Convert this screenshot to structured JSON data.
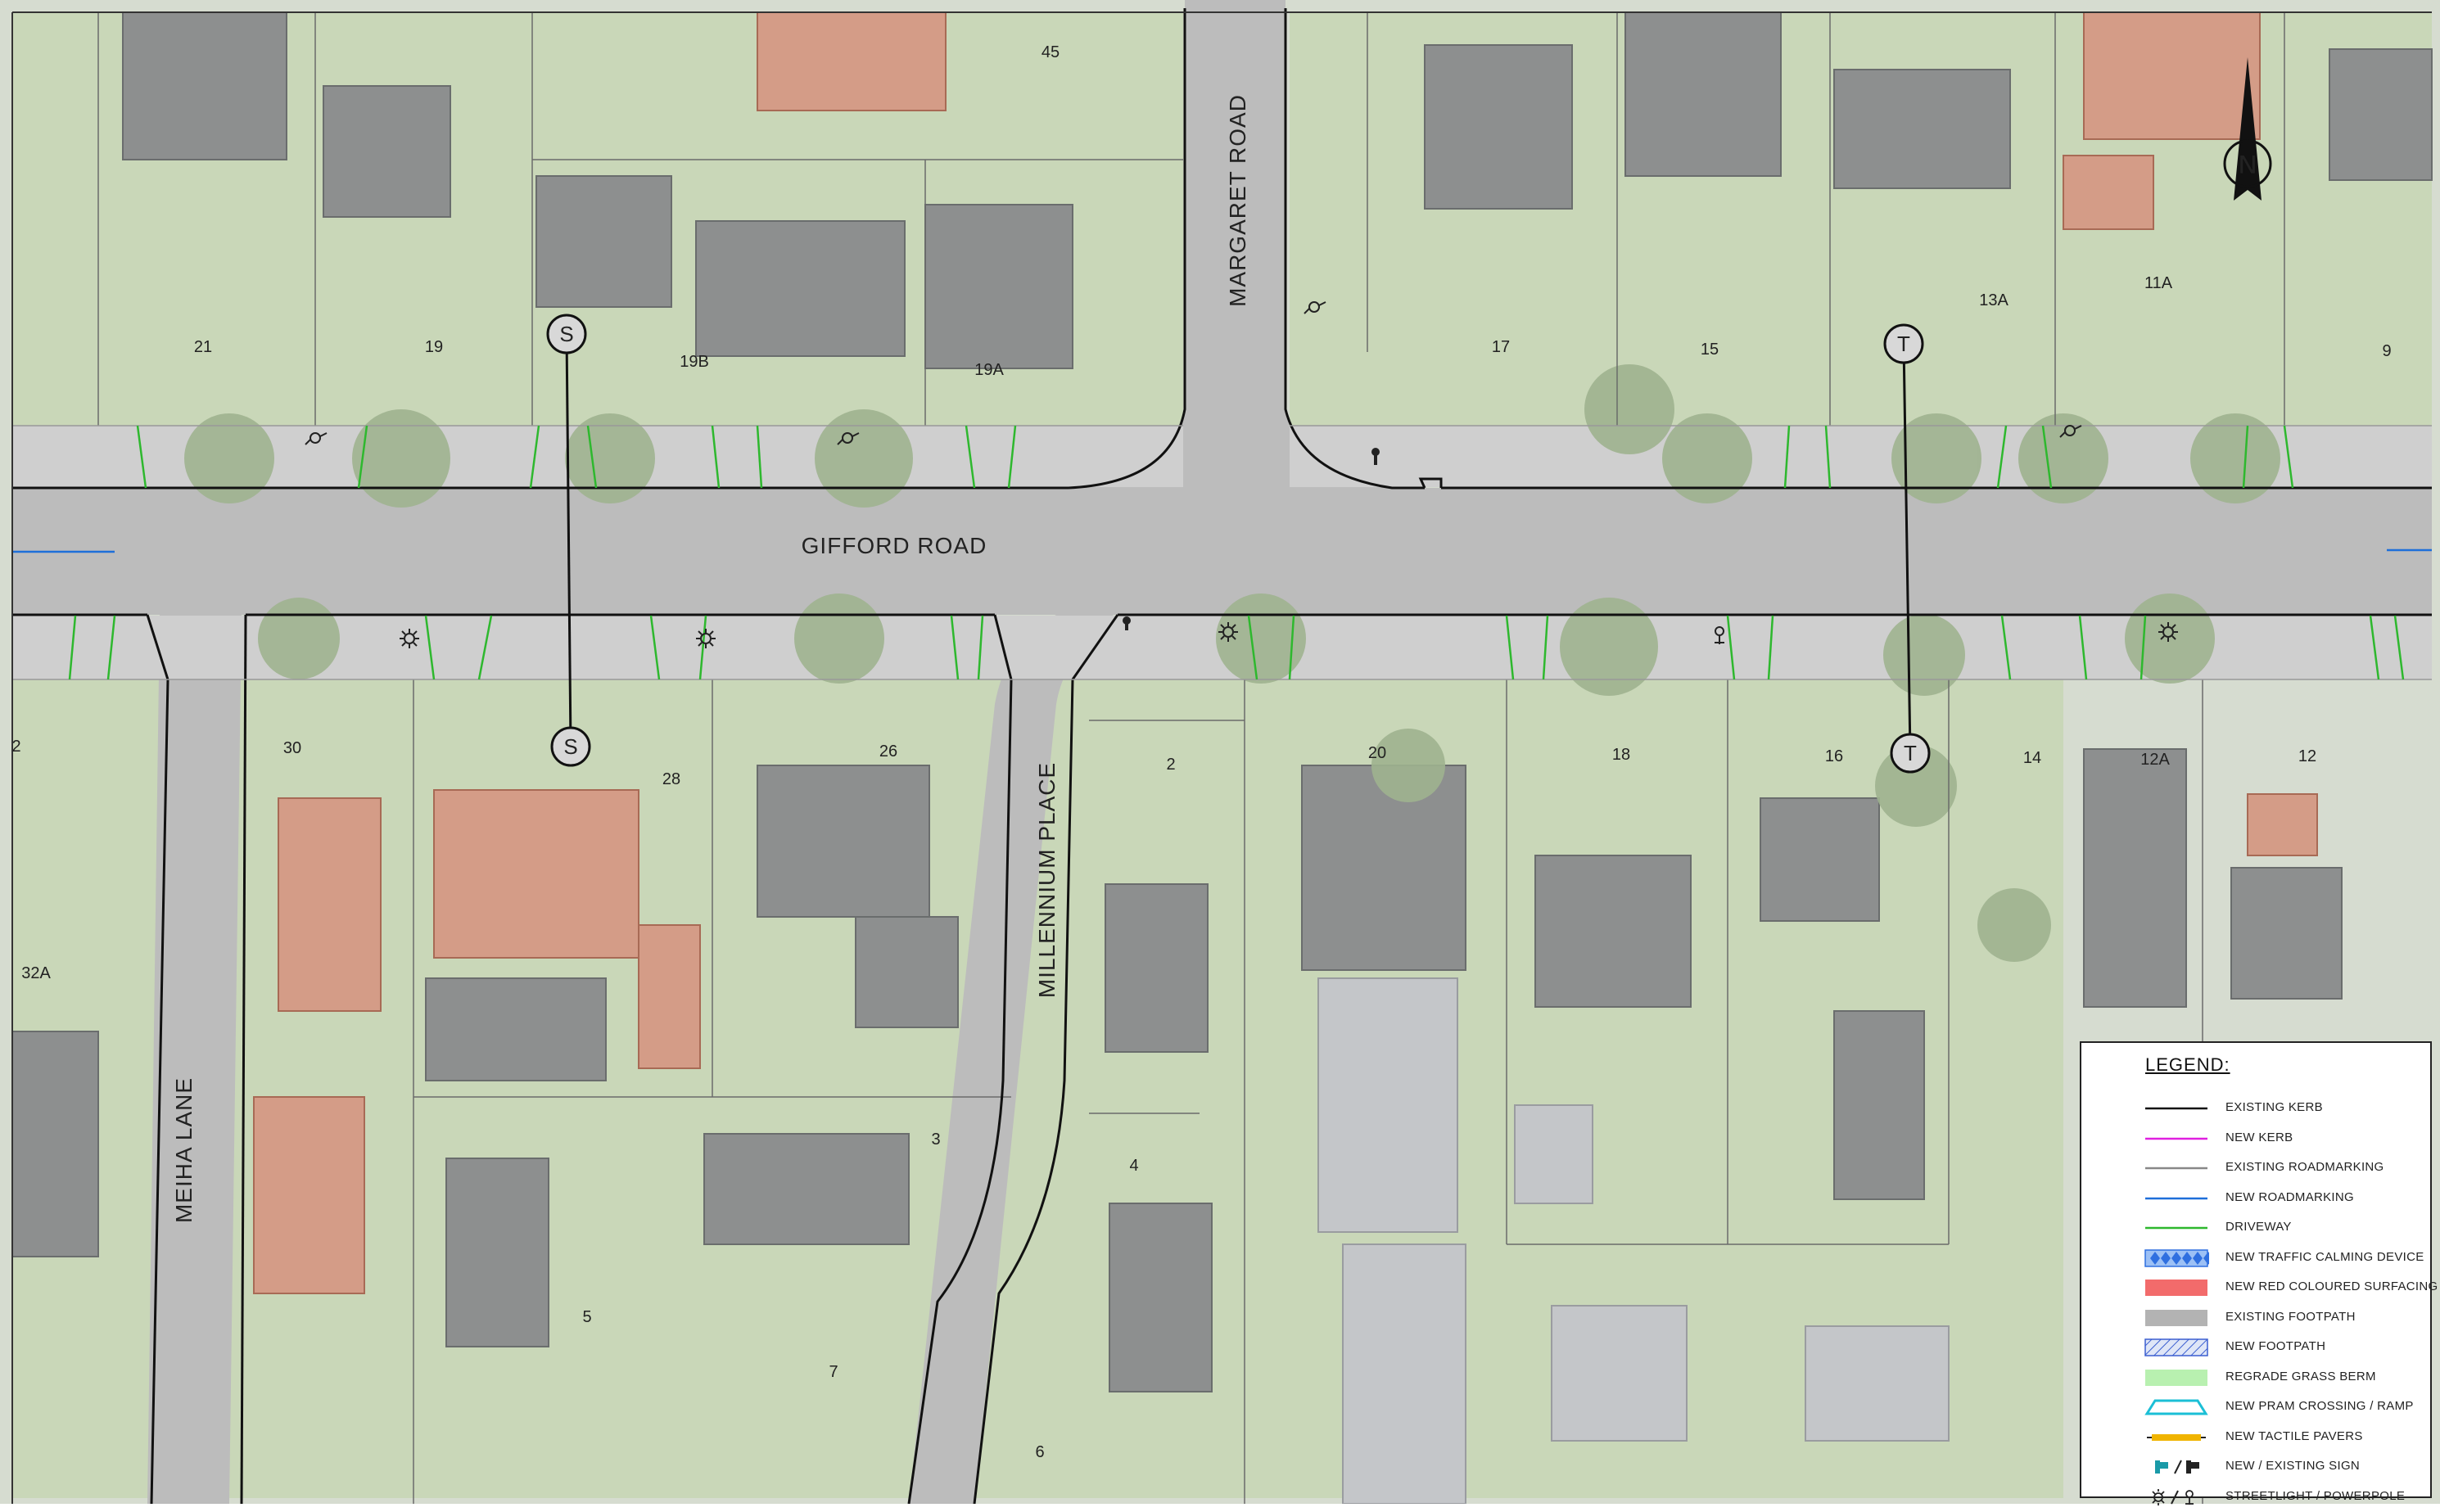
{
  "roads": {
    "gifford": "GIFFORD ROAD",
    "margaret": "MARGARET ROAD",
    "millennium": "MILLENNIUM PLACE",
    "meiha": "MEIHA LANE"
  },
  "lots": [
    "45",
    "21",
    "19",
    "19B",
    "19A",
    "17",
    "15",
    "13A",
    "11A",
    "9",
    "30",
    "28",
    "26",
    "2",
    "20",
    "18",
    "16",
    "14",
    "12A",
    "12",
    "2",
    "32A",
    "3",
    "4",
    "5",
    "7",
    "6"
  ],
  "markers": {
    "s": "S",
    "t": "T"
  },
  "north": "N",
  "legend": {
    "title": "LEGEND:",
    "items": [
      {
        "label": "EXISTING KERB",
        "color": "#111111",
        "symbol": "line"
      },
      {
        "label": "NEW KERB",
        "color": "#e020e0",
        "symbol": "line"
      },
      {
        "label": "EXISTING ROADMARKING",
        "color": "#888888",
        "symbol": "line"
      },
      {
        "label": "NEW ROADMARKING",
        "color": "#1e6fd9",
        "symbol": "line"
      },
      {
        "label": "DRIVEWAY",
        "color": "#2eb82e",
        "symbol": "line"
      },
      {
        "label": "NEW TRAFFIC CALMING DEVICE",
        "color": "#2f6fe0",
        "symbol": "diamond"
      },
      {
        "label": "NEW RED COLOURED SURFACING",
        "color": "#f26b6b",
        "symbol": "fill"
      },
      {
        "label": "EXISTING FOOTPATH",
        "color": "#b3b3b3",
        "symbol": "fill"
      },
      {
        "label": "NEW FOOTPATH",
        "color": "#3b5fd0",
        "symbol": "hatch"
      },
      {
        "label": "REGRADE GRASS BERM",
        "color": "#b8f0b0",
        "symbol": "fill"
      },
      {
        "label": "NEW PRAM CROSSING / RAMP",
        "color": "#1bbfd6",
        "symbol": "ramp"
      },
      {
        "label": "NEW TACTILE PAVERS",
        "color": "#f0b400",
        "symbol": "tactile"
      },
      {
        "label": "NEW / EXISTING SIGN",
        "color": "#1a9aa8",
        "symbol": "sign"
      },
      {
        "label": "STREETLIGHT / POWERPOLE",
        "color": "#222222",
        "symbol": "light"
      }
    ]
  }
}
